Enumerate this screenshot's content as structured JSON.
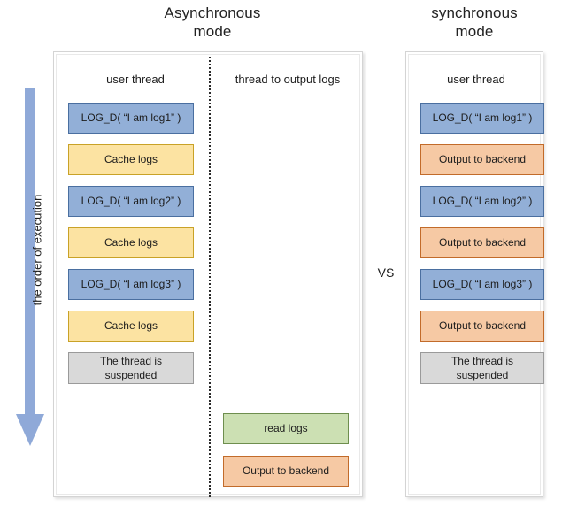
{
  "titles": {
    "async": "Asynchronous\nmode",
    "async_line1": "Asynchronous",
    "async_line2": "mode",
    "sync_line1": "synchronous",
    "sync_line2": "mode"
  },
  "vs_label": "VS",
  "order_arrow": {
    "label": "the order of execution",
    "color": "#8FA9D8",
    "direction": "down"
  },
  "async_panel": {
    "columns": [
      {
        "header": "user thread",
        "boxes": [
          {
            "label": "LOG_D( “I am log1” )",
            "color": "blue"
          },
          {
            "label": "Cache logs",
            "color": "yellow"
          },
          {
            "label": "LOG_D( “I am log2” )",
            "color": "blue"
          },
          {
            "label": "Cache logs",
            "color": "yellow"
          },
          {
            "label": "LOG_D( “I am log3” )",
            "color": "blue"
          },
          {
            "label": "Cache logs",
            "color": "yellow"
          },
          {
            "label": "The thread is\nsuspended",
            "color": "gray"
          }
        ]
      },
      {
        "header": "thread to output logs",
        "boxes": [
          {
            "label": "read logs",
            "color": "green"
          },
          {
            "label": "Output to backend",
            "color": "orange"
          }
        ]
      }
    ]
  },
  "sync_panel": {
    "columns": [
      {
        "header": "user thread",
        "boxes": [
          {
            "label": "LOG_D( “I am log1” )",
            "color": "blue"
          },
          {
            "label": "Output to backend",
            "color": "orange"
          },
          {
            "label": "LOG_D( “I am log2” )",
            "color": "blue"
          },
          {
            "label": "Output to backend",
            "color": "orange"
          },
          {
            "label": "LOG_D( “I am log3” )",
            "color": "blue"
          },
          {
            "label": "Output to backend",
            "color": "orange"
          },
          {
            "label": "The thread is\nsuspended",
            "color": "gray"
          }
        ]
      }
    ]
  },
  "colors": {
    "blue_fill": "#92AFD7",
    "blue_border": "#4A6FA0",
    "yellow_fill": "#FCE3A2",
    "yellow_border": "#C9A227",
    "orange_fill": "#F6C9A4",
    "orange_border": "#C26B2A",
    "green_fill": "#CCE0B3",
    "green_border": "#6E8E4E",
    "gray_fill": "#D9D9D9",
    "gray_border": "#9A9A9A",
    "arrow": "#8FA9D8"
  }
}
